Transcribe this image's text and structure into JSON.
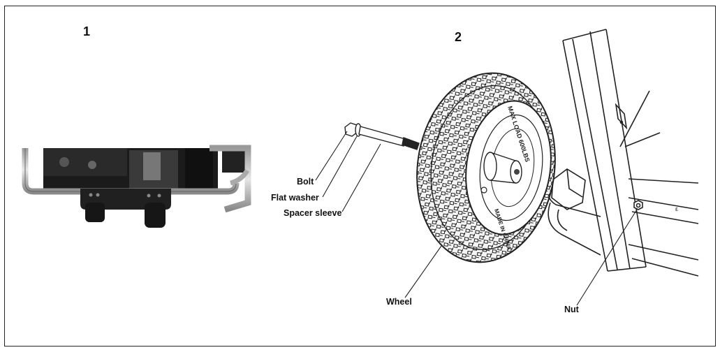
{
  "figure": {
    "step_labels": [
      "1",
      "2"
    ],
    "callouts": {
      "bolt": "Bolt",
      "flat_washer": "Flat washer",
      "spacer_sleeve": "Spacer sleeve",
      "wheel": "Wheel",
      "nut": "Nut"
    },
    "tire_text": [
      "MAX LOAD 600LBS",
      "MADE IN CHINA"
    ],
    "small_mark": "ε"
  }
}
